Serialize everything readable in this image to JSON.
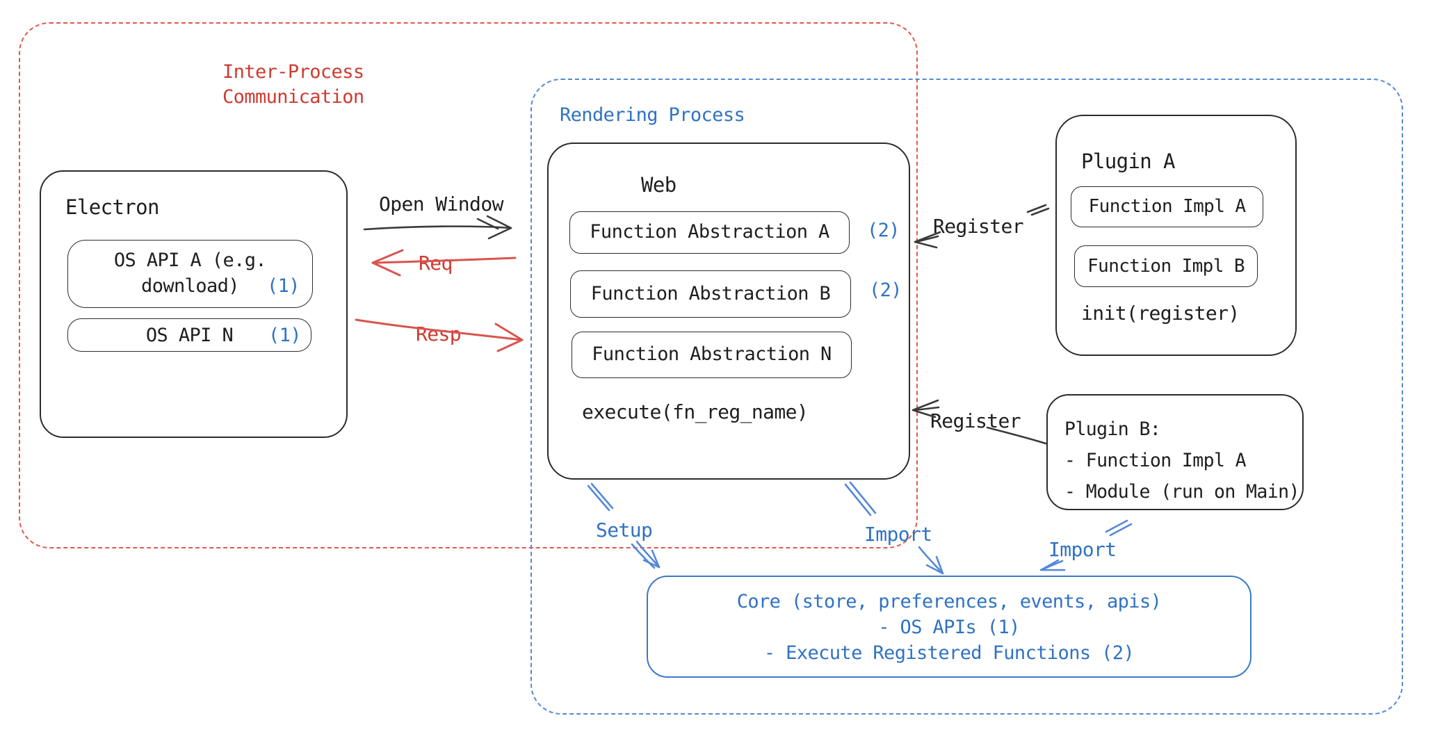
{
  "containers": {
    "ipc": {
      "label_line1": "Inter-Process",
      "label_line2": "Communication"
    },
    "rendering": {
      "label": "Rendering Process"
    }
  },
  "electron": {
    "title": "Electron",
    "os_api_a_line1": "OS API A (e.g.",
    "os_api_a_line2": "download)",
    "os_api_a_ref": "(1)",
    "os_api_n": "OS API N",
    "os_api_n_ref": "(1)"
  },
  "web": {
    "title": "Web",
    "fn_abstraction_a": "Function Abstraction A",
    "fn_abstraction_a_ref": "(2)",
    "fn_abstraction_b": "Function Abstraction B",
    "fn_abstraction_b_ref": "(2)",
    "fn_abstraction_n": "Function Abstraction N",
    "execute": "execute(fn_reg_name)"
  },
  "plugin_a": {
    "title": "Plugin A",
    "fn_impl_a": "Function Impl A",
    "fn_impl_b": "Function Impl B",
    "init": "init(register)"
  },
  "plugin_b": {
    "line1": "Plugin B:",
    "line2": "- Function Impl A",
    "line3": "- Module (run on Main)"
  },
  "core": {
    "line1": "Core (store, preferences, events, apis)",
    "line2": "- OS APIs (1)",
    "line3": "- Execute Registered Functions (2)"
  },
  "connectors": {
    "open_window": "Open Window",
    "req": "Req",
    "resp": "Resp",
    "register_plugin_a": "Register",
    "register_plugin_b": "Register",
    "setup": "Setup",
    "import_web": "Import",
    "import_plugin_b": "Import"
  },
  "colors": {
    "red": "#cc3b30",
    "blue": "#2f72c2",
    "ink": "#1e1e1e",
    "arrow_blue": "#5588d8",
    "arrow_red": "#d9534f"
  }
}
